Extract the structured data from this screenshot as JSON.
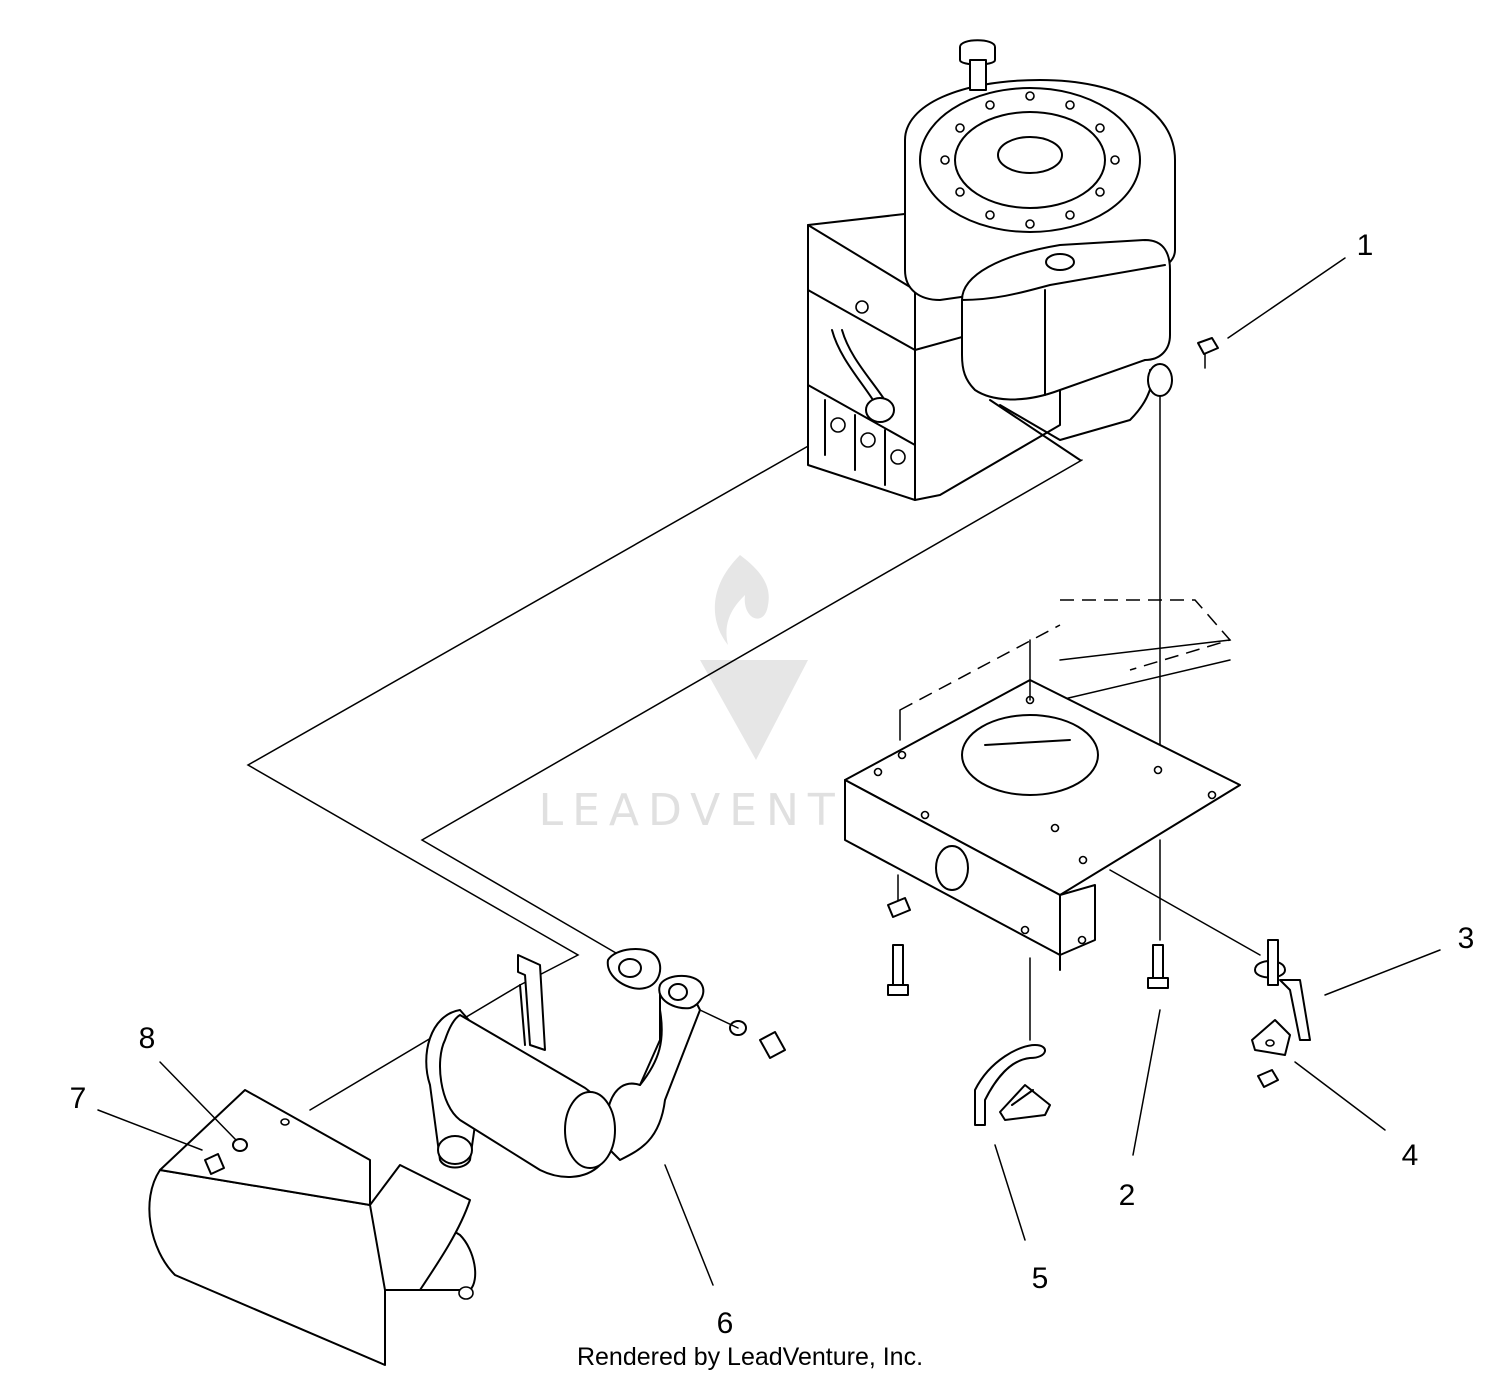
{
  "watermark": {
    "brand": "LEADVENTURE"
  },
  "credit": "Rendered by LeadVenture, Inc.",
  "callouts": [
    "1",
    "2",
    "3",
    "4",
    "5",
    "6",
    "7",
    "8"
  ]
}
